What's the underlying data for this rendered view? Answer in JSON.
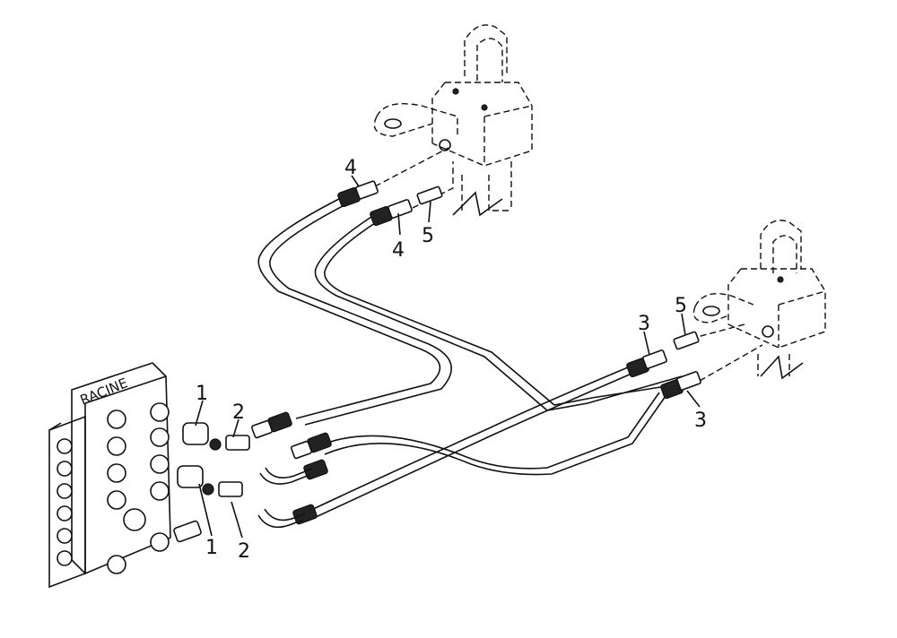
{
  "diagram": {
    "valve_brand": "RACINE",
    "callouts": [
      "1",
      "2",
      "3",
      "4",
      "5"
    ]
  }
}
